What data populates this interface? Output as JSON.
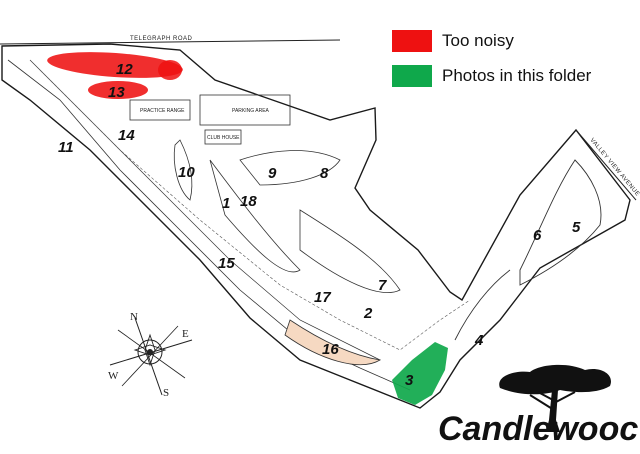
{
  "legend": {
    "items": [
      {
        "label": "Too noisy",
        "color": "#ee1111"
      },
      {
        "label": "Photos in this folder",
        "color": "#0fa84b"
      }
    ]
  },
  "map": {
    "road_top": "TELEGRAPH ROAD",
    "road_right": "VALLEY VIEW AVENUE",
    "practice_range": "PRACTICE RANGE",
    "parking_area": "PARKING AREA",
    "club_house": "CLUB HOUSE",
    "holes": [
      "1",
      "2",
      "3",
      "4",
      "5",
      "6",
      "7",
      "8",
      "9",
      "10",
      "11",
      "12",
      "13",
      "14",
      "15",
      "16",
      "17",
      "18"
    ]
  },
  "compass": {
    "n": "N",
    "e": "E",
    "s": "S",
    "w": "W"
  },
  "brand": {
    "name": "Candlewooc"
  },
  "colors": {
    "noisy": "#ee1111",
    "photos": "#0fa84b",
    "ink": "#1a1a1a"
  }
}
